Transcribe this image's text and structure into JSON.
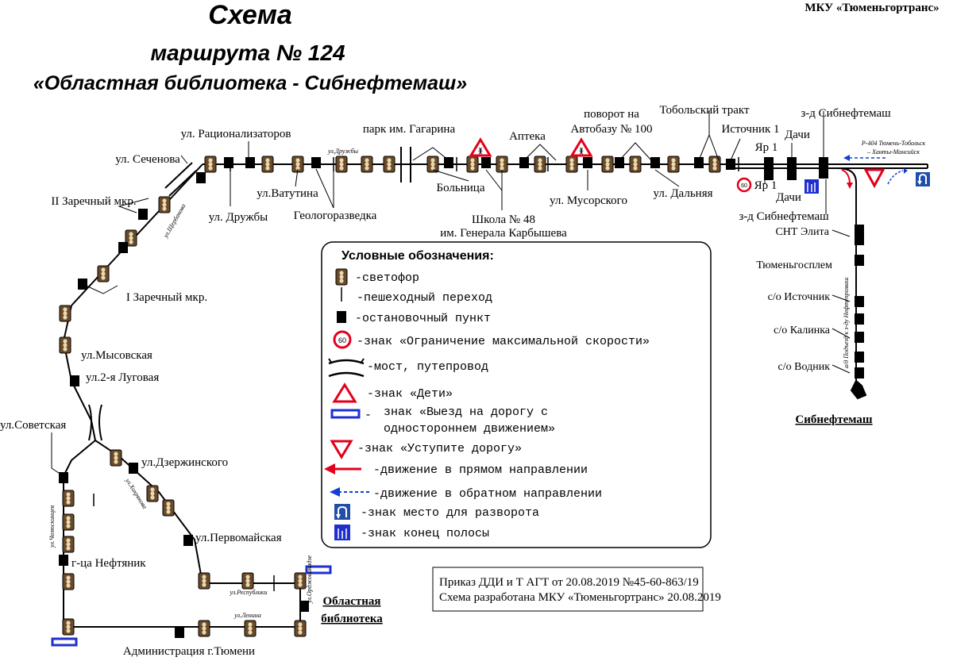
{
  "header": {
    "title": "Схема",
    "subtitle": "маршрута № 124",
    "route_name": "«Областная библиотека  -  Сибнефтемаш»",
    "org": "МКУ «Тюменьгортранс»"
  },
  "stops": {
    "s1": "ул. Рационализаторов",
    "s2": "ул. Сеченова",
    "s3": "II Заречный мкр.",
    "s4": "I Заречный мкр.",
    "s5": "ул. Дружбы",
    "s6": "ул.Ватутина",
    "s7": "Геологоразведка",
    "s8": "парк им. Гагарина",
    "s9": "Больница",
    "s10": "Аптека",
    "s11": "Школа № 48",
    "s12": "им. Генерала Карбышева",
    "s13": "ул. Мусорского",
    "s14": "поворот на",
    "s15": "Автобазу № 100",
    "s16": "Тобольский тракт",
    "s17": "ул. Дальняя",
    "s18": "Источник 1",
    "s19": "Яр 1",
    "s20": "Яр 1",
    "s21": "Дачи",
    "s22": "Дачи",
    "s23": "з-д Сибнефтемаш",
    "s24": "з-д Сибнефтемаш",
    "s25": "СНТ Элита",
    "s26": "Тюменьгосплем",
    "s27": "с/о Источник",
    "s28": "с/о Калинка",
    "s29": "с/о Водник",
    "s30": "Сибнефтемаш",
    "s31": "ул.Мысовская",
    "s32": "ул.2-я Луговая",
    "s33": "ул.Советская",
    "s34": "ул.Дзержинского",
    "s35": "ул.Первомайская",
    "s36": "г-ца  Нефтяник",
    "s37": "Администрация г.Тюмени",
    "s38": "Областная",
    "s39": "библиотека"
  },
  "streets": {
    "druzhby": "ул.Дружбы",
    "shchorsa": "ул.Щербакова",
    "chelyuskintsev": "ул.Челюскинцев",
    "hohryakova": "ул.Хохрякова",
    "respubliki": "ул.Республики",
    "lenina": "ул.Ленина",
    "ordzhonikidze": "ул.Орджоникидзе",
    "podezd": "а/д Подъезд к з-ду Нефтепромаш",
    "highway1": "Р-404 Тюмень-Тобольск",
    "highway2": "– Ханты-Мансийск"
  },
  "legend": {
    "title": "Условные обозначения:",
    "items": [
      "-светофор",
      "-пешеходный переход",
      "-остановочный пункт",
      "-знак «Ограничение максимальной скорости»",
      "-мост, путепровод",
      "-знак «Дети»",
      "знак «Выезд на дорогу с",
      "одностороннем движением»",
      "-знак «Уступите дорогу»",
      "-движение в прямом направлении",
      "-движение в обратном направлении",
      "-знак место для разворота",
      "-знак конец полосы"
    ],
    "speed_value": "60"
  },
  "order": {
    "line1": "Приказ ДДИ и Т АГТ от 20.08.2019 №45-60-863/19",
    "line2": "Схема разработана МКУ «Тюменьгортранс» 20.08.2019"
  },
  "colors": {
    "route": "#000000",
    "forward_arrow": "#e3001b",
    "reverse_arrow": "#1040d0",
    "sign_blue": "#1f4fa8",
    "sign_red": "#e3001b",
    "traffic_light_body": "#6b4a2a"
  }
}
